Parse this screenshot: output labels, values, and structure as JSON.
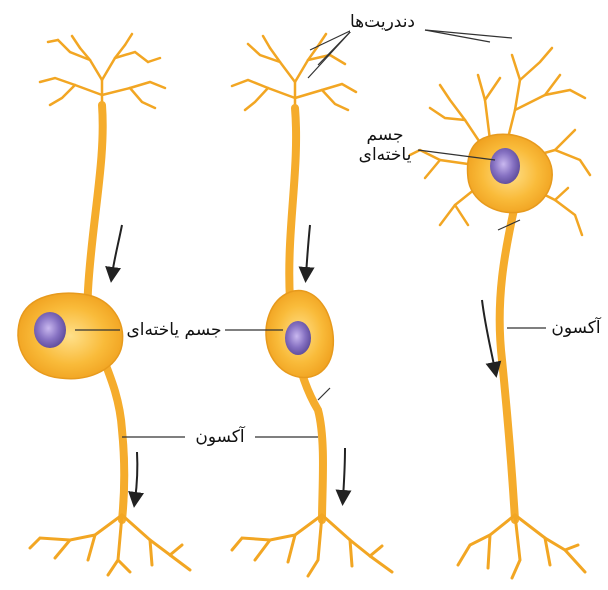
{
  "labels": {
    "dendrites": "دندریت‌ها",
    "cell_body_multi": "جسم\nیاخته‌ای",
    "cell_body_multi_line1": "جسم",
    "cell_body_multi_line2": "یاخته‌ای",
    "cell_body_center": "جسم یاخته‌ای",
    "axon_center": "آکسون",
    "axon_right": "آکسون"
  },
  "colors": {
    "neuron_fill": "#f7b531",
    "neuron_stroke": "#e59a1c",
    "body_glow": "#ffd27a",
    "nucleus": "#6b5aa8",
    "nucleus_light": "#b9a8e0",
    "arrow": "#222222",
    "leader_line": "#333333"
  },
  "icons": {
    "arrow": "flow-direction-arrow-icon"
  }
}
